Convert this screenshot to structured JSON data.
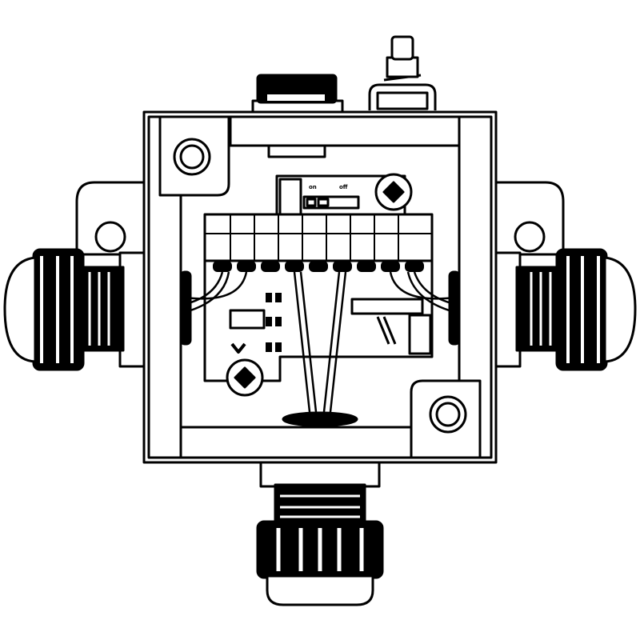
{
  "figure": {
    "type": "technical-line-drawing",
    "subject": "junction box with three cable glands, open lid showing terminal PCB",
    "colors": {
      "stroke": "#000000",
      "fill": "#ffffff"
    }
  },
  "switch": {
    "label_on": "on",
    "label_off": "off"
  },
  "components": {
    "glands": [
      "left-cable-gland",
      "right-cable-gland",
      "bottom-cable-gland"
    ],
    "top": [
      "vent-plug",
      "ground-stud"
    ],
    "terminals": 9
  }
}
